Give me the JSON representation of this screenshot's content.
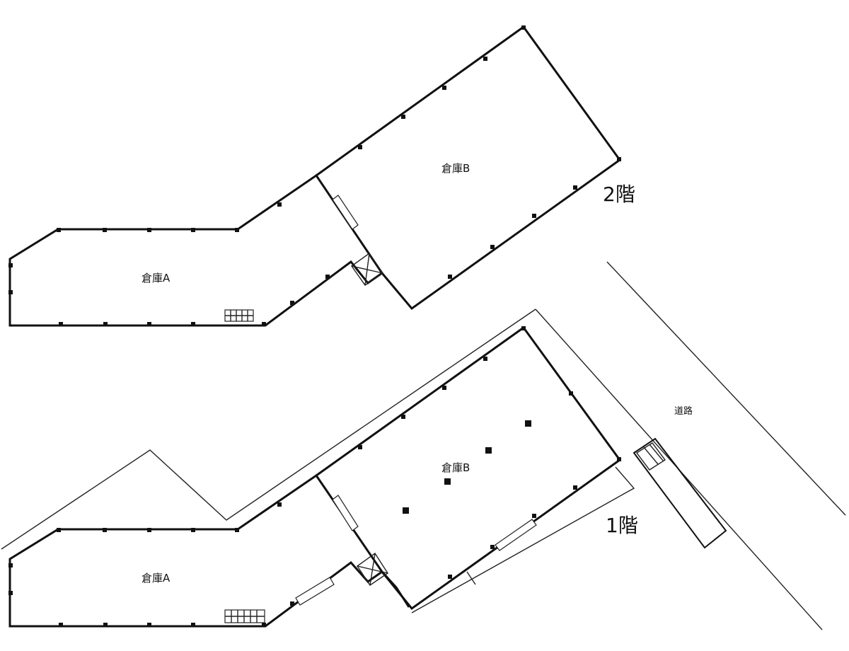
{
  "floors": {
    "second": {
      "floor_label": "2階",
      "warehouse_a_label": "倉庫A",
      "warehouse_b_label": "倉庫B"
    },
    "first": {
      "floor_label": "1階",
      "warehouse_a_label": "倉庫A",
      "warehouse_b_label": "倉庫B"
    }
  },
  "road": {
    "label": "道路"
  }
}
